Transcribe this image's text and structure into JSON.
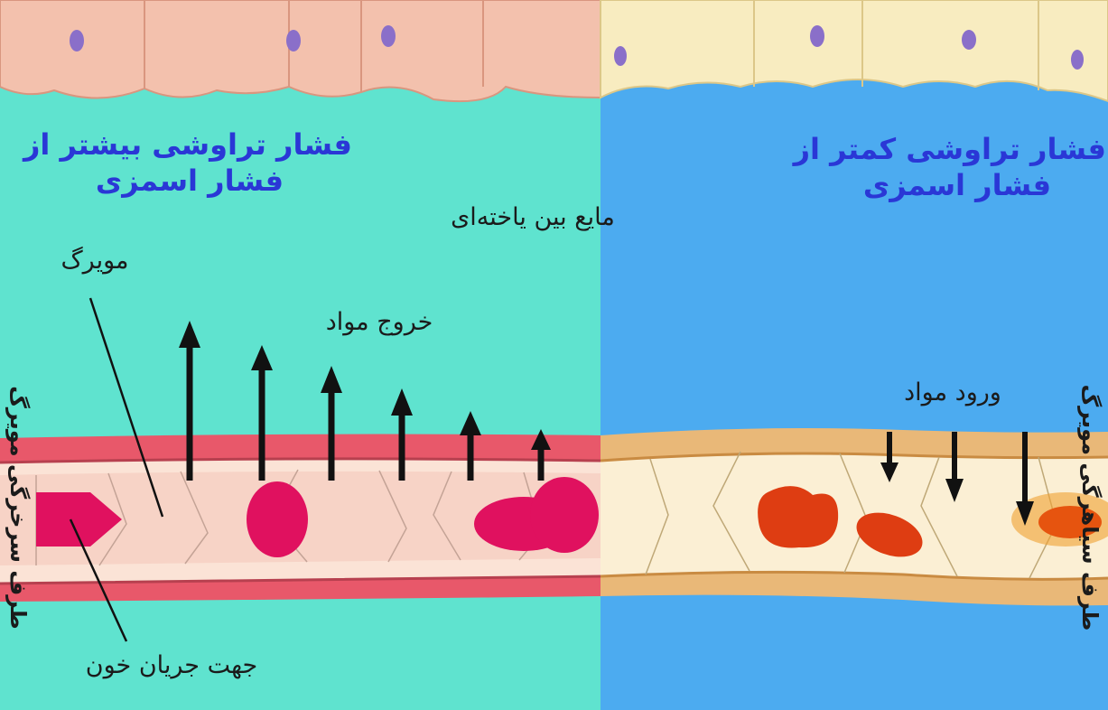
{
  "left_panel": {
    "heading_line1": "فشار تراوشی بیشتر از",
    "heading_line2": "فشار اسمزی",
    "capillary_label": "مویرگ",
    "outflow_label": "خروج مواد",
    "side_label": "طرف سرخرگی مویرگ",
    "flow_label": "جهت جریان خون",
    "background_color": "#5fe3cf",
    "cell_color": "#f3c1ad",
    "capillary_color": "#e8586a",
    "blood_cell_color": "#e0115f"
  },
  "right_panel": {
    "heading_line1": "فشار تراوشی کمتر از",
    "heading_line2": "فشار اسمزی",
    "inflow_label": "ورود مواد",
    "side_label": "طرف سیاهرگی مویرگ",
    "background_color": "#4cabf0",
    "cell_color": "#f8ecc0",
    "capillary_color": "#e9b878",
    "blood_cell_color": "#de3d12"
  },
  "center_label": "مایع بین یاخته‌ای"
}
